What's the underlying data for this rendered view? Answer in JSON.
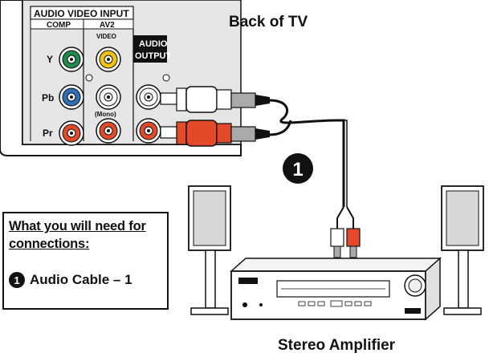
{
  "tv": {
    "title": "Back of TV",
    "header": "AUDIO VIDEO INPUT",
    "comp_label": "COMP",
    "av2_label": "AV2",
    "video_label": "VIDEO",
    "mono_label": "(Mono)",
    "audio_output_line1": "AUDIO",
    "audio_output_line2": "OUTPUT",
    "jacks": {
      "y": "Y",
      "pb": "Pb",
      "pr": "Pr"
    }
  },
  "cable_marker": "1",
  "amplifier": {
    "label": "Stereo Amplifier"
  },
  "needs": {
    "title_line1": "What you will need for",
    "title_line2": "connections",
    "colon": ":",
    "item_number": "1",
    "item_label": "Audio Cable – 1"
  },
  "colors": {
    "jack_green": "#1f8a4c",
    "jack_blue": "#2f6fb5",
    "jack_red": "#e24a2a",
    "jack_yellow": "#f2c20f",
    "jack_white": "#ffffff",
    "cable_black": "#111111",
    "panel_gray": "#e6e6e6"
  }
}
